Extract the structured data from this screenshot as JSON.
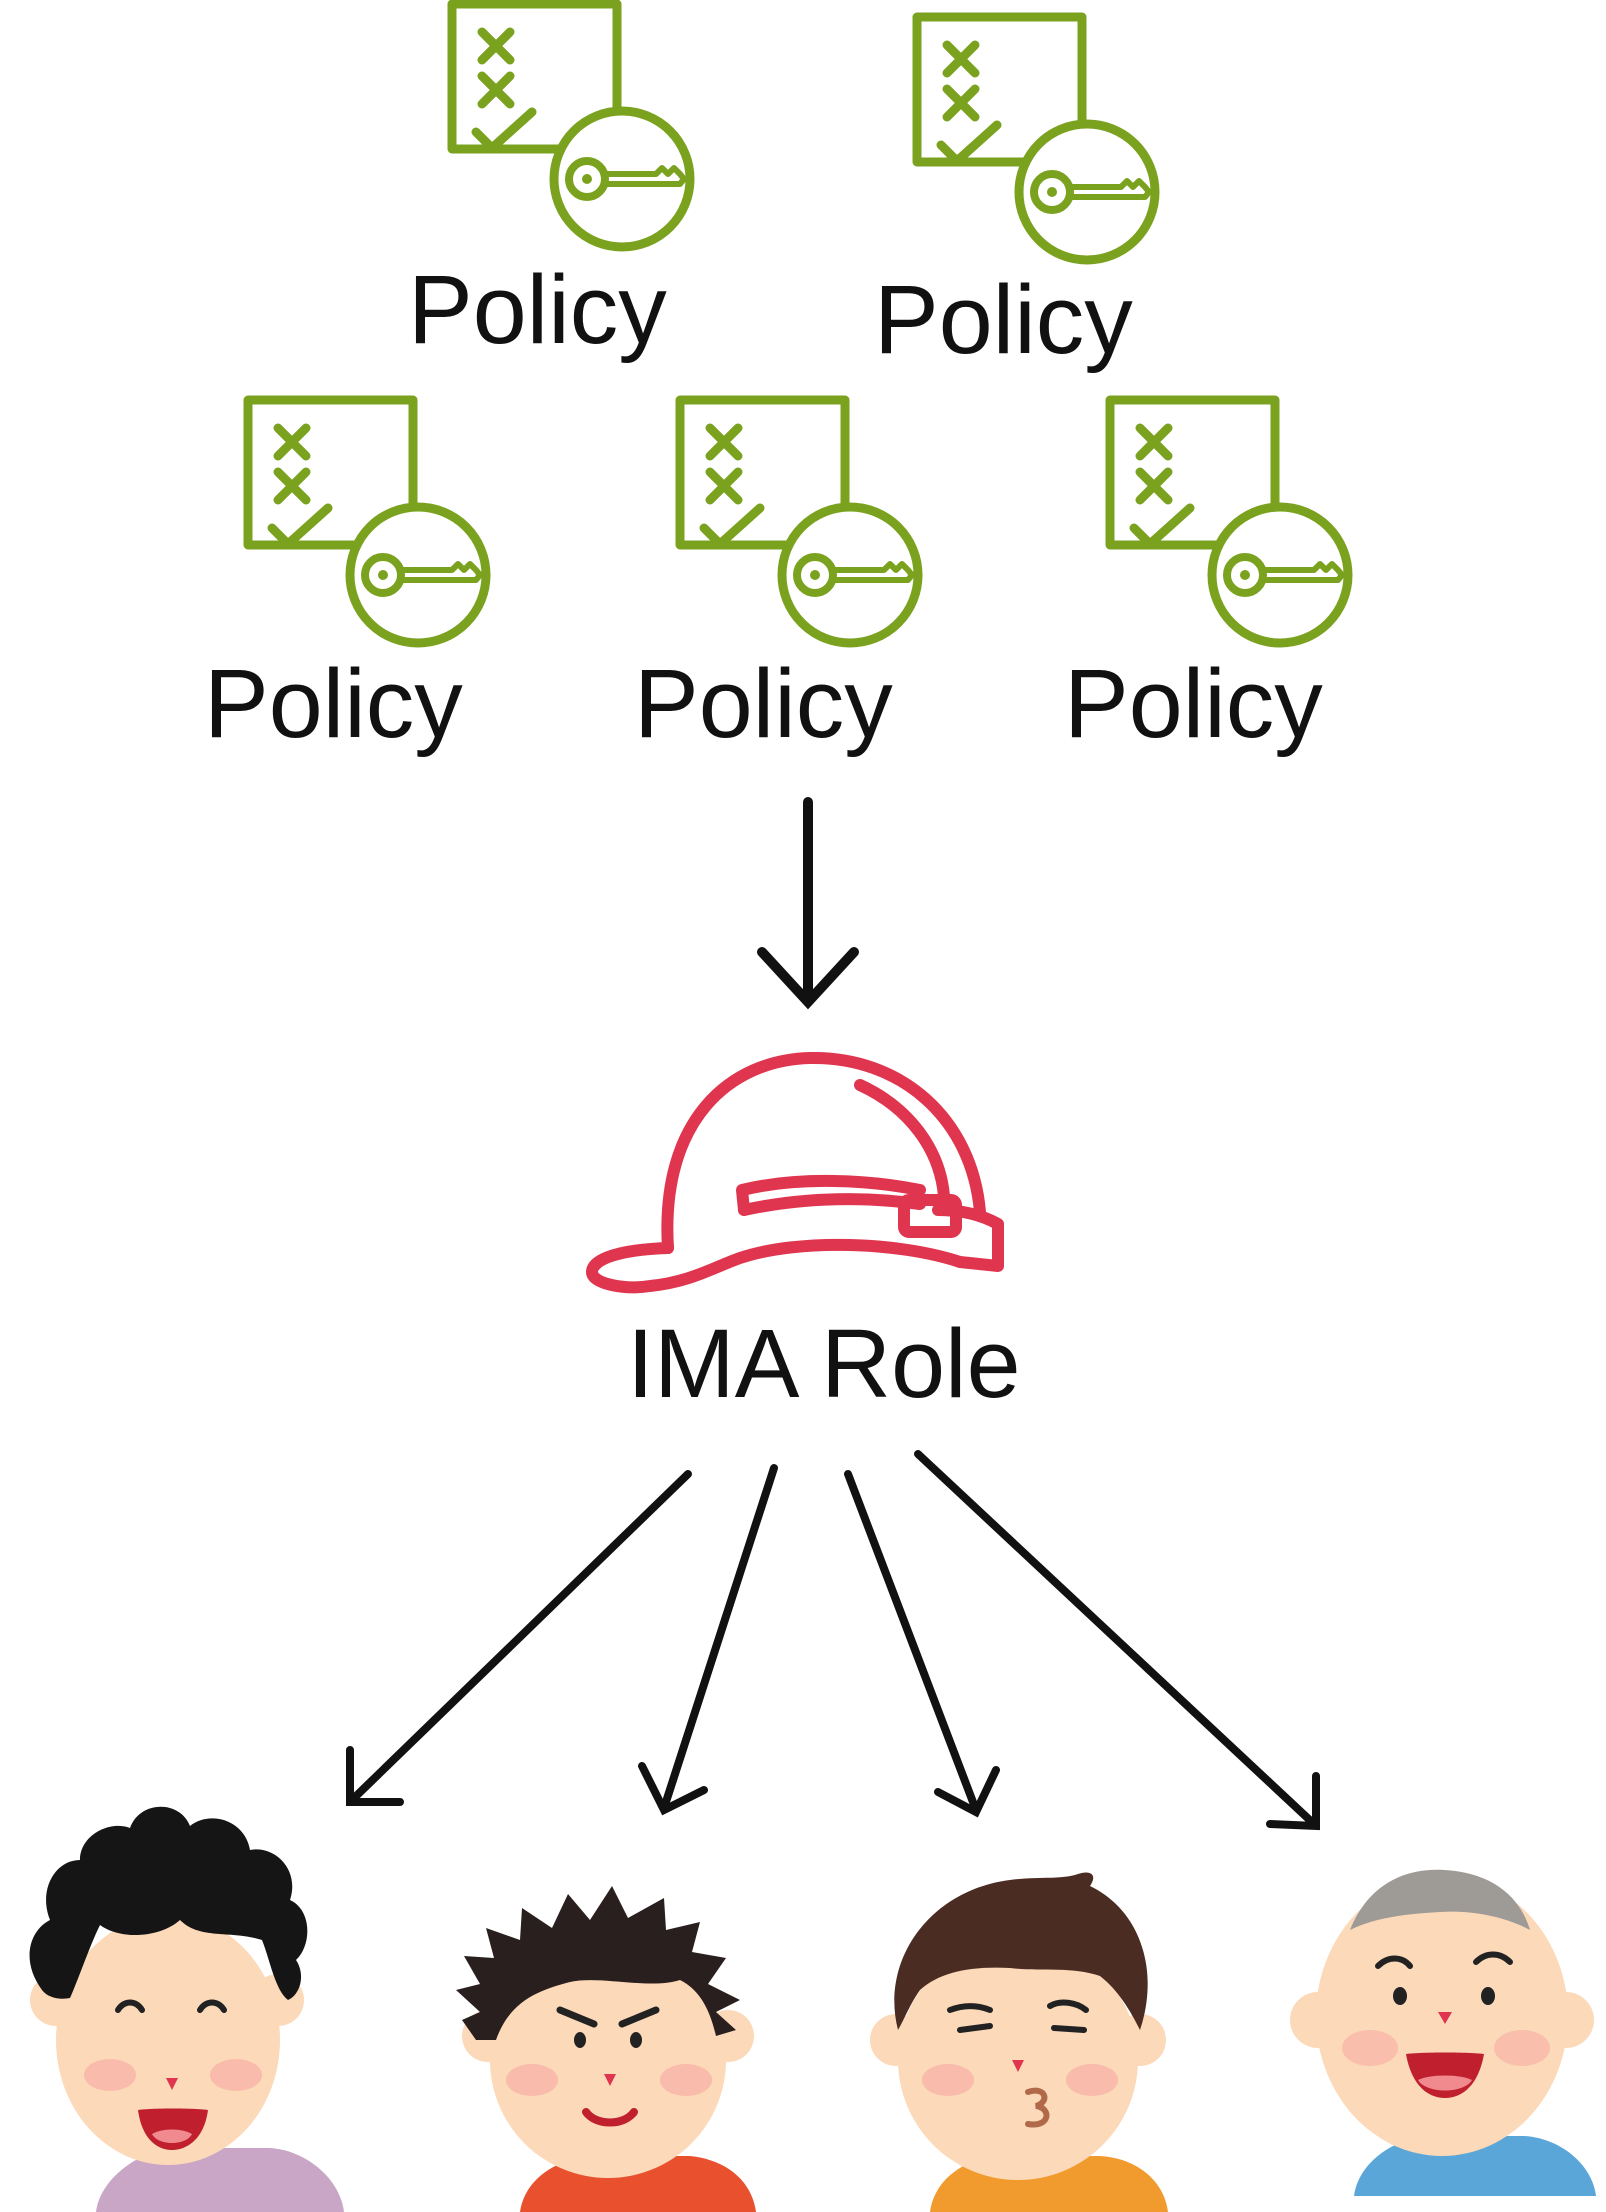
{
  "policies": [
    {
      "label": "Policy",
      "icon": "policy-document-key-icon"
    },
    {
      "label": "Policy",
      "icon": "policy-document-key-icon"
    },
    {
      "label": "Policy",
      "icon": "policy-document-key-icon"
    },
    {
      "label": "Policy",
      "icon": "policy-document-key-icon"
    },
    {
      "label": "Policy",
      "icon": "policy-document-key-icon"
    }
  ],
  "role": {
    "label": "IMA Role",
    "icon": "hard-hat-icon"
  },
  "users": [
    {
      "icon": "person-curly-hair-icon",
      "shirt": "#c9a6c6"
    },
    {
      "icon": "person-spiky-hair-icon",
      "shirt": "#e8502e"
    },
    {
      "icon": "person-whistling-icon",
      "shirt": "#f19a2e"
    },
    {
      "icon": "person-bald-elder-icon",
      "shirt": "#5aa6d8"
    }
  ],
  "colors": {
    "policy": "#7aa21f",
    "role": "#e0354f",
    "arrow": "#111111",
    "skin": "#fcd9b8",
    "cheek": "#f6a3a0"
  }
}
